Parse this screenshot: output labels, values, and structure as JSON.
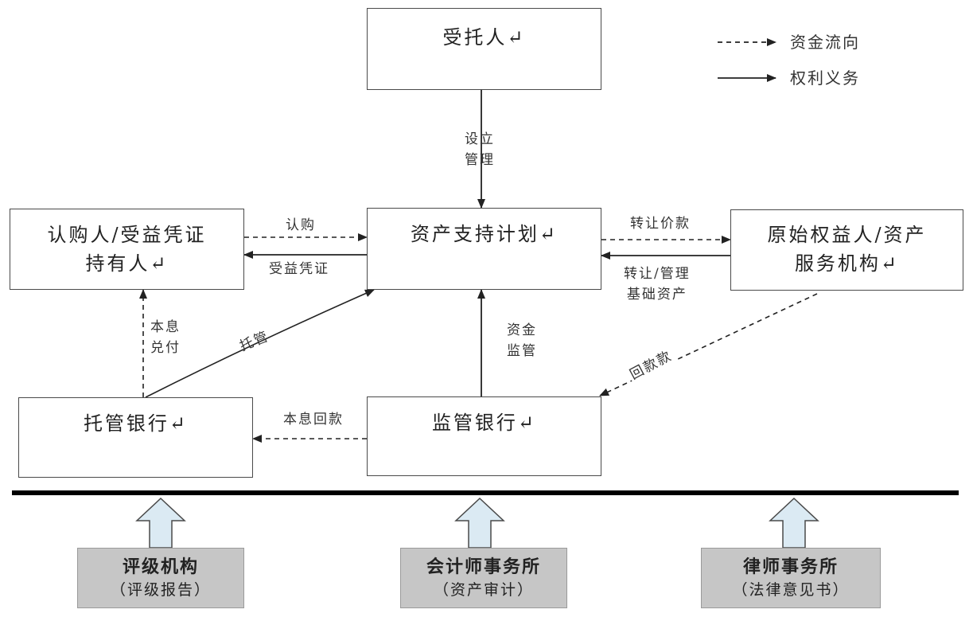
{
  "legend": {
    "fund_flow": "资金流向",
    "rights_duties": "权利义务"
  },
  "nodes": {
    "trustee": "受托人↵",
    "subscriber_line1": "认购人/受益凭证",
    "subscriber_line2": "持有人↵",
    "plan": "资产支持计划↵",
    "originator_line1": "原始权益人/资产",
    "originator_line2": "服务机构↵",
    "custodian": "托管银行↵",
    "supervisor": "监管银行↵"
  },
  "edges": {
    "establish_line1": "设立",
    "establish_line2": "管理",
    "subscribe": "认购",
    "beneficial_cert": "受益凭证",
    "transfer_price": "转让价款",
    "transfer_manage_line1": "转让/管理",
    "transfer_manage_line2": "基础资产",
    "principal_interest_pay_line1": "本息",
    "principal_interest_pay_line2": "兑付",
    "custody": "托管",
    "fund_supervise_line1": "资金",
    "fund_supervise_line2": "监管",
    "collection": "回款款",
    "principal_interest_return": "本息回款"
  },
  "agencies": [
    {
      "name": "评级机构",
      "sub": "（评级报告）"
    },
    {
      "name": "会计师事务所",
      "sub": "（资产审计）"
    },
    {
      "name": "律师事务所",
      "sub": "（法律意见书）"
    }
  ]
}
